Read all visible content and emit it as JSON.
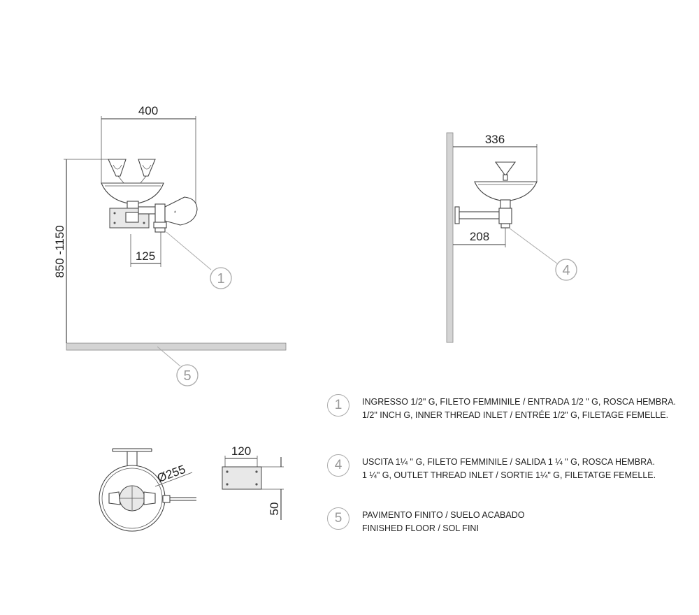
{
  "dimensions": {
    "width_front": "400",
    "height_range": "850 -1150",
    "inlet_offset": "125",
    "depth_side": "336",
    "wall_offset": "208",
    "bowl_diameter": "Ø255",
    "plate_width": "120",
    "plate_height": "50"
  },
  "callouts": {
    "front_inlet": "1",
    "side_outlet": "4",
    "floor": "5"
  },
  "legend": [
    {
      "number": "1",
      "line1": "INGRESSO 1/2\" G, FILETO FEMMINILE / ENTRADA 1/2 \" G, ROSCA HEMBRA.",
      "line2": "1/2\" INCH G, INNER THREAD INLET / ENTRÉE 1/2\" G, FILETAGE FEMELLE."
    },
    {
      "number": "4",
      "line1": "USCITA 1¼ \" G, FILETO FEMMINILE / SALIDA 1 ¼ \" G, ROSCA HEMBRA.",
      "line2": "1 ¼\" G, OUTLET THREAD INLET / SORTIE 1¼\" G, FILETATGE FEMELLE."
    },
    {
      "number": "5",
      "line1": "PAVIMENTO FINITO / SUELO ACABADO",
      "line2": "FINISHED FLOOR / SOL FINI"
    }
  ]
}
